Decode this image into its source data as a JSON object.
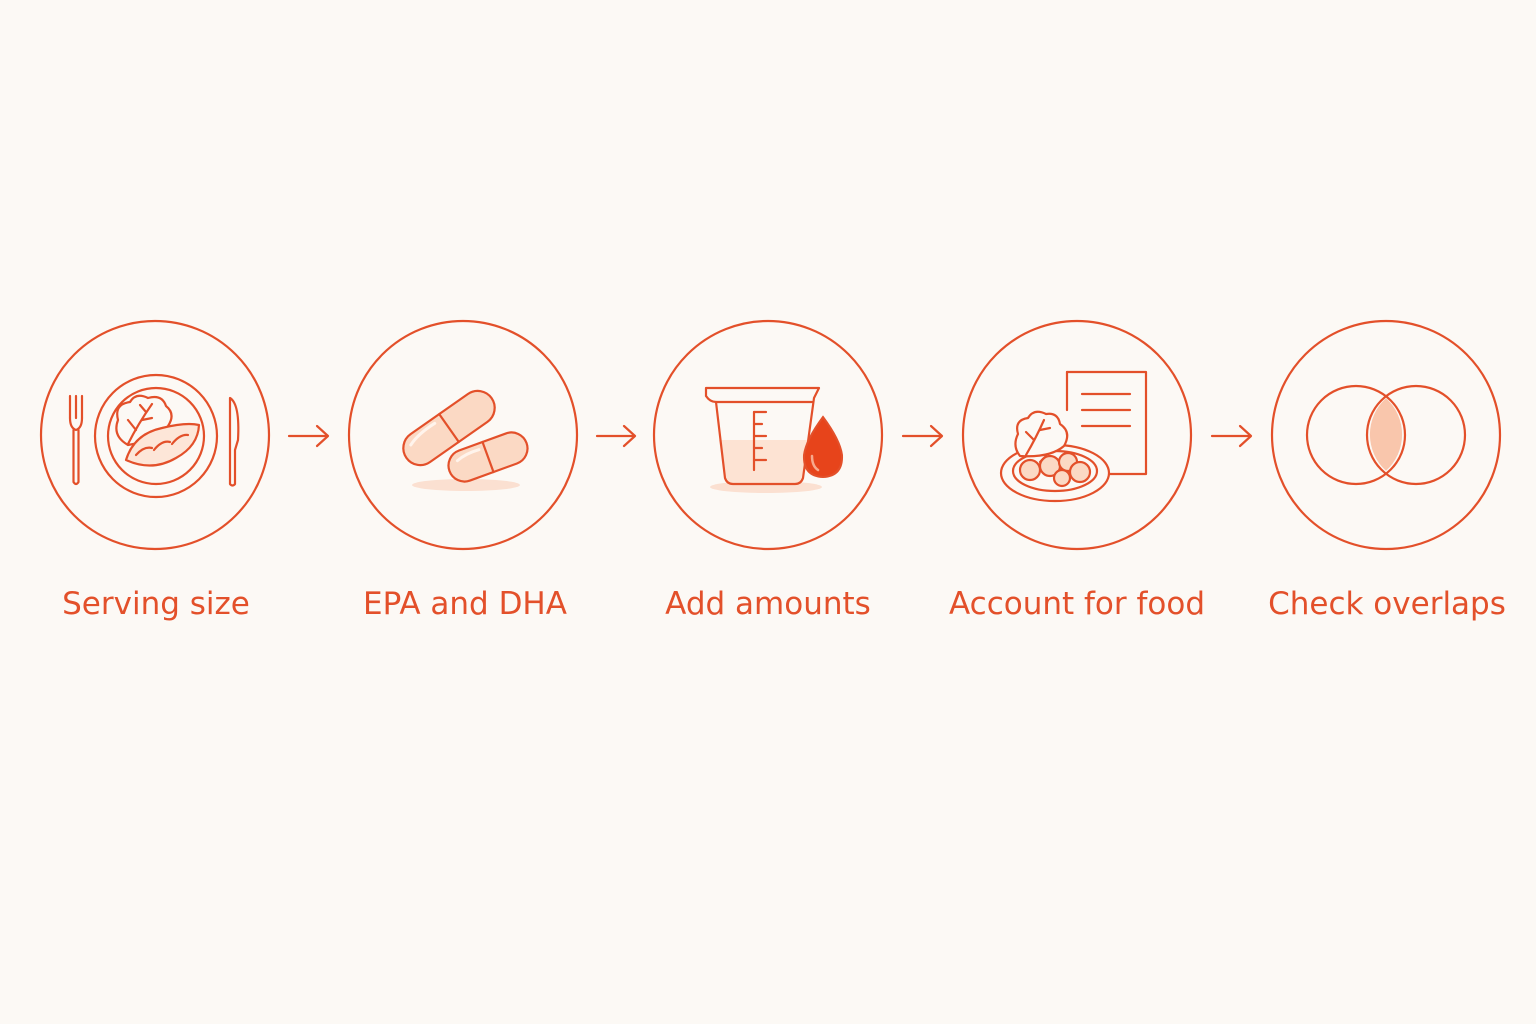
{
  "diagram": {
    "accent_color": "#e3502a",
    "fill_color": "#f9c6ac",
    "background_color": "#fcf9f5",
    "steps": [
      {
        "label": "Serving size",
        "icon": "plate-with-fish-and-cutlery-icon"
      },
      {
        "label": "EPA and DHA",
        "icon": "capsules-icon"
      },
      {
        "label": "Add amounts",
        "icon": "measuring-cup-with-drop-icon"
      },
      {
        "label": "Account for food",
        "icon": "food-plate-with-document-icon"
      },
      {
        "label": "Check overlaps",
        "icon": "venn-overlap-icon"
      }
    ],
    "connector_icon": "arrow-right-icon"
  }
}
